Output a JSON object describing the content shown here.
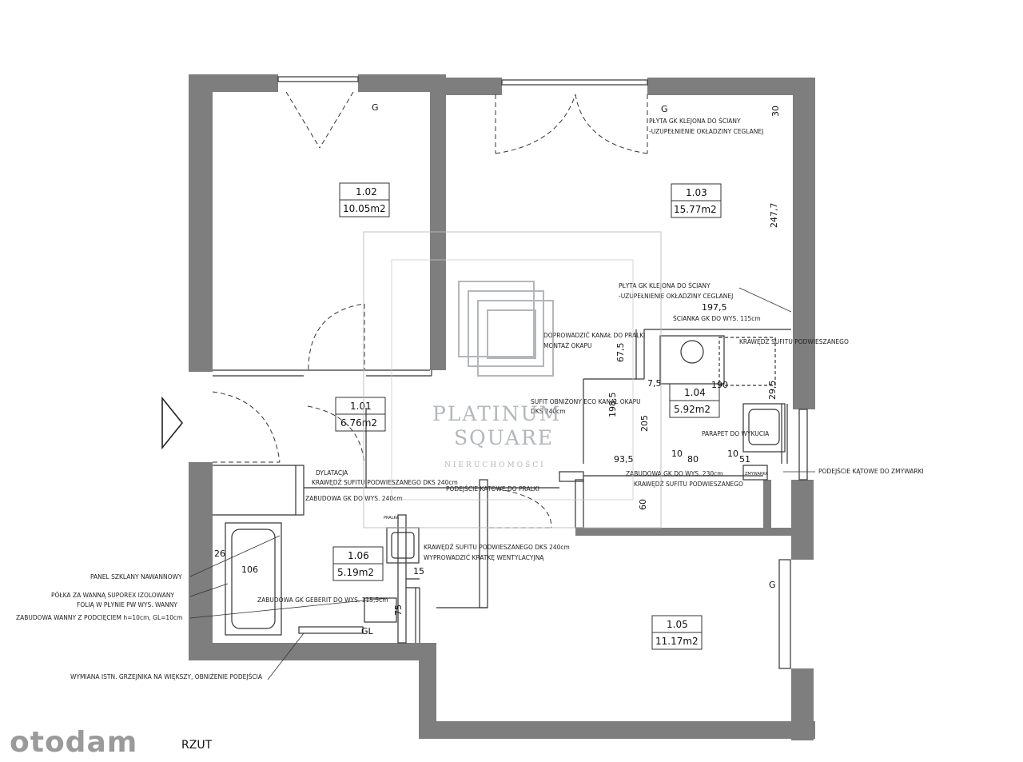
{
  "colors": {
    "paper": "#ffffff",
    "wall": "#7e7e7e",
    "line": "#333333",
    "watermark": "#9aa0a3",
    "brand": "#9a9a9a"
  },
  "rooms": [
    {
      "id": "1.02",
      "area": "10.05m2"
    },
    {
      "id": "1.03",
      "area": "15.77m2"
    },
    {
      "id": "1.01",
      "area": "6.76m2"
    },
    {
      "id": "1.04",
      "area": "5.92m2"
    },
    {
      "id": "1.06",
      "area": "5.19m2"
    },
    {
      "id": "1.05",
      "area": "11.17m2"
    }
  ],
  "dimensions": {
    "d30": "30",
    "d247_7": "247,7",
    "d197_5": "197,5",
    "d67_5": "67,5",
    "d7_5": "7,5",
    "d190": "190",
    "d29_5": "29,5",
    "d198_5": "198,5",
    "d205": "205",
    "d93_5": "93,5",
    "d10a": "10",
    "d80": "80",
    "d10b": "10",
    "d51": "51",
    "d60": "60",
    "d26": "26",
    "d106": "106",
    "d15": "15",
    "d75": "75"
  },
  "annotations": {
    "plyta1_a": "PŁYTA GK KLEJONA DO ŚCIANY",
    "plyta1_b": "-UZUPEŁNIENIE OKŁADZINY CEGLANEJ",
    "plyta2_a": "PŁYTA GK KLEJONA DO ŚCIANY",
    "plyta2_b": "-UZUPEŁNIENIE OKŁADZINY CEGLANEJ",
    "scianka": "ŚCIANKA GK DO WYS. 115cm",
    "doprowadzic_a": "DOPROWADZIĆ KANAŁ DO PRALKI",
    "doprowadzic_b": "MONTAŻ OKAPU",
    "krawedz_right": "KRAWĘDŹ SUFITU PODWIESZANEGO",
    "sufit_obnizony_a": "SUFIT OBNIŻONY ECO KANAŁ OKAPU",
    "sufit_obnizony_b": "DKS 240cm",
    "parapet": "PARAPET DO WYKUCIA",
    "zabudowa_kitchen": "ZABUDOWA GK DO WYS. 230cm",
    "krawedz_kitchen": "KRAWĘDŹ SUFITU PODWIESZANEGO",
    "zmywarka": "ZMYWARKA",
    "podejscie_zmywarki": "PODEJŚCIE KĄTOWE DO ZMYWARKI",
    "dylatacja": "DYLATACJA",
    "krawedz_dks": "KRAWĘDŹ SUFITU PODWIESZANEGO DKS 240cm",
    "podejscie_pralki": "PODEJŚCIE KĄTOWE DO PRALKI",
    "zabudowa_240": "ZABUDOWA GK DO WYS. 240cm",
    "pralka": "PRALKA",
    "krawedz_bath_a": "KRAWĘDŹ SUFITU PODWIESZANEGO DKS 240cm",
    "krawedz_bath_b": "WYPROWADZIĆ KRATKĘ WENTYLACYJNĄ",
    "panel": "PANEL SZKLANY NAWANNOWY",
    "polka_a": "PÓŁKA ZA WANNĄ SUPOREX IZOLOWANY",
    "polka_b": "FOLIĄ W PŁYNIE PW WYS. WANNY",
    "zabudowa_wanny": "ZABUDOWA WANNY Z PODCIĘCIEM h=10cm, GL=10cm",
    "geberit": "ZABUDOWA GK GEBERIT DO WYS. 115,5cm",
    "gl": "GL",
    "wymiana": "WYMIANA ISTN. GRZEJNIKA NA WIĘKSZY, OBNIŻENIE PODEJŚCIA",
    "g1": "G",
    "g2": "G",
    "g3": "G"
  },
  "watermark": {
    "line1": "PLATINUM",
    "line2": "SQUARE",
    "sub": "NIERUCHOMOŚCI"
  },
  "brand": "otodam",
  "plan_title": "RZUT"
}
